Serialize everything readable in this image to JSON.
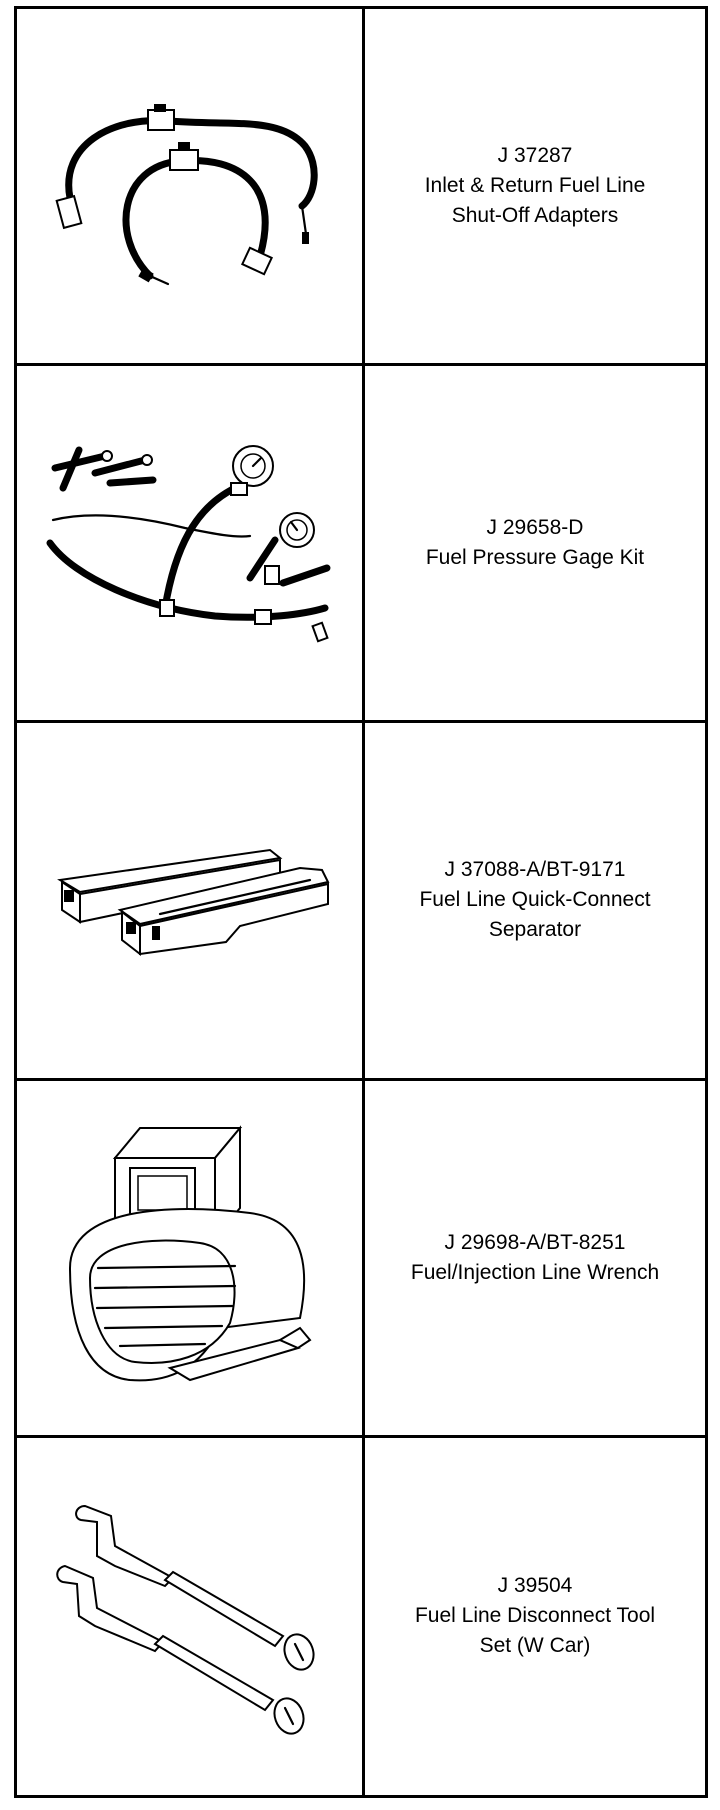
{
  "tools": [
    {
      "part_number": "J 37287",
      "name": "Inlet & Return Fuel Line\nShut-Off Adapters",
      "illustration": "fuel-line-shutoff-adapters-icon"
    },
    {
      "part_number": "J 29658-D",
      "name": "Fuel Pressure Gage Kit",
      "illustration": "fuel-pressure-gage-kit-icon"
    },
    {
      "part_number": "J 37088-A/BT-9171",
      "name": "Fuel Line Quick-Connect\nSeparator",
      "illustration": "quick-connect-separator-icon"
    },
    {
      "part_number": "J 29698-A/BT-8251",
      "name": "Fuel/Injection Line Wrench",
      "illustration": "injection-line-wrench-icon"
    },
    {
      "part_number": "J 39504",
      "name": "Fuel Line Disconnect Tool\nSet (W Car)",
      "illustration": "disconnect-tool-set-icon"
    }
  ]
}
